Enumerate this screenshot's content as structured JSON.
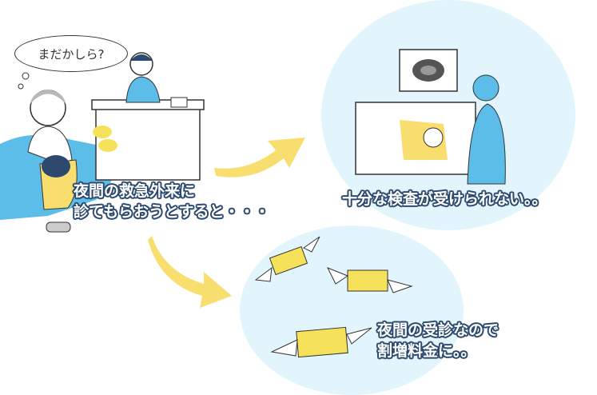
{
  "speech_bubble": "まだかしら?",
  "intro": {
    "line1": "夜間の救急外来に",
    "line2": "診てもらおうとすると・・・"
  },
  "outcome_exam": "十分な検査が受けられない。。",
  "outcome_fee": {
    "line1": "夜間の受診なので",
    "line2": "割増料金に。。"
  },
  "colors": {
    "circle": "#e3f5fc",
    "arrow": "#f8dd6f",
    "text_outline": "#2d4a6e",
    "sofa": "#5bbde8",
    "money": "#f5e15a"
  }
}
